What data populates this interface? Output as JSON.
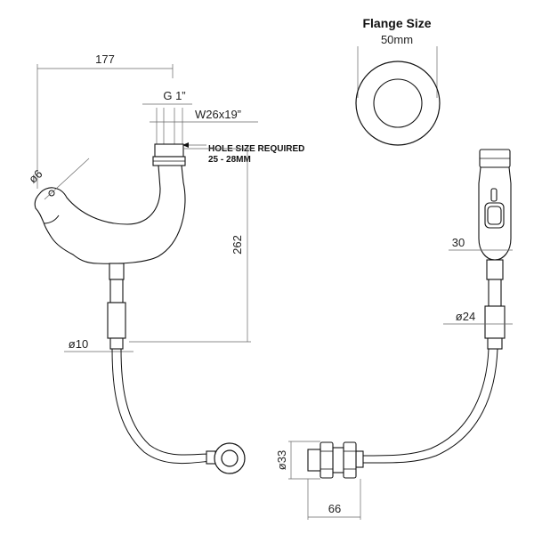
{
  "flange": {
    "title": "Flange Size",
    "size": "50mm"
  },
  "dimensions": {
    "width_177": "177",
    "thread": "G 1”",
    "wrench": "W26x19”",
    "hole_diameter": "ø6",
    "height_262": "262",
    "hose_diameter": "ø10",
    "head_width": "30",
    "handle_diameter": "ø24",
    "connector_diameter": "ø33",
    "connector_length": "66"
  },
  "note": {
    "line1": "HOLE SIZE REQUIRED",
    "line2": "25 - 28MM"
  },
  "colors": {
    "line": "#111111",
    "dimension": "#666666"
  }
}
